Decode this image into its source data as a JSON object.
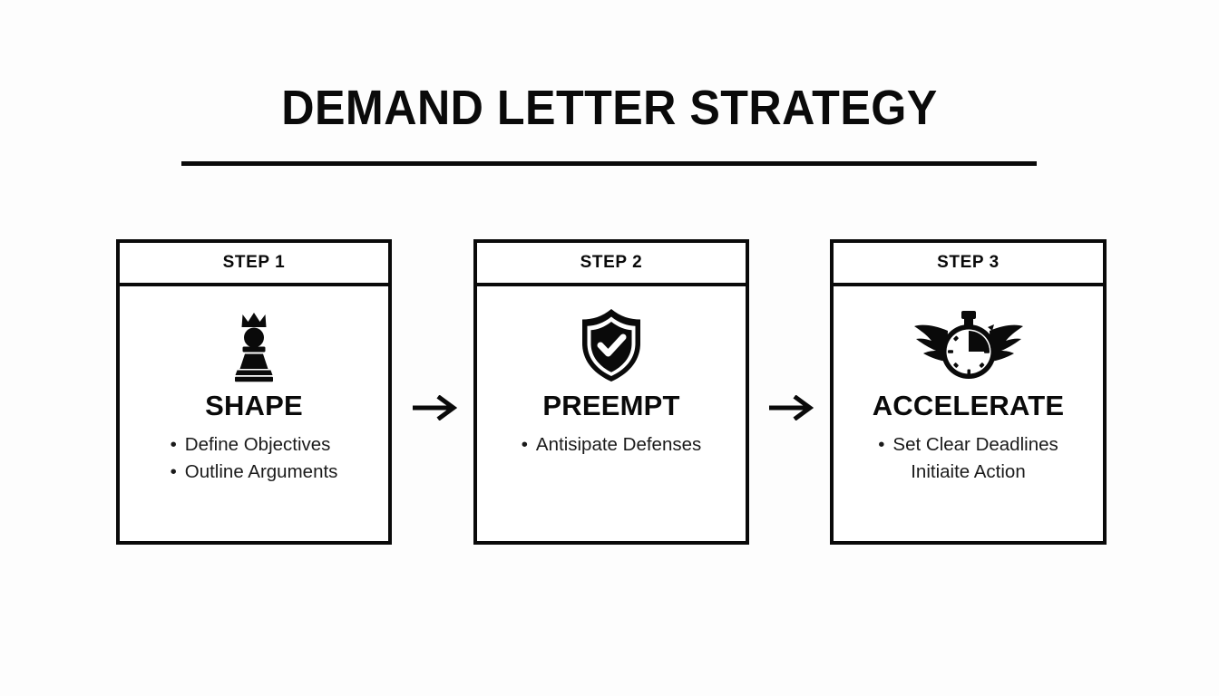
{
  "slide": {
    "title": "DEMAND LETTER STRATEGY",
    "accent_color": "#0a0a0a",
    "background_color": "#fdfdfd"
  },
  "steps": [
    {
      "header": "STEP 1",
      "icon": "chess-queen-icon",
      "title": "SHAPE",
      "bullets": [
        {
          "text": "Define Objectives",
          "bulleted": true
        },
        {
          "text": "Outline Arguments",
          "bulleted": true
        }
      ]
    },
    {
      "header": "STEP 2",
      "icon": "shield-check-icon",
      "title": "PREEMPT",
      "bullets": [
        {
          "text": "Antisipate Defenses",
          "bulleted": true
        }
      ]
    },
    {
      "header": "STEP 3",
      "icon": "winged-stopwatch-icon",
      "title": "ACCELERATE",
      "bullets": [
        {
          "text": "Set Clear Deadlines",
          "bulleted": true
        },
        {
          "text": "Initiaite Action",
          "bulleted": false
        }
      ]
    }
  ],
  "connectors": [
    {
      "name": "arrow-step1-to-step2",
      "glyph": "arrow-right-icon"
    },
    {
      "name": "arrow-step2-to-step3",
      "glyph": "arrow-right-icon"
    }
  ]
}
